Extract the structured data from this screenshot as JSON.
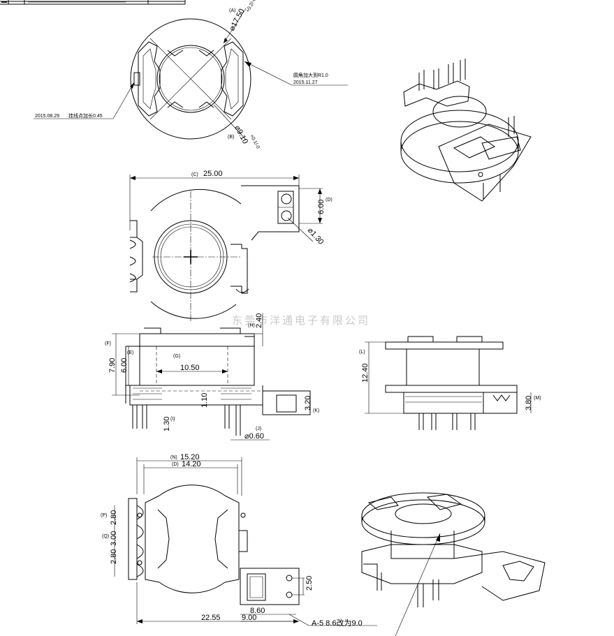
{
  "title_block": {
    "row_text": ""
  },
  "watermark": "东莞市洋通电子有限公司",
  "top_view": {
    "dia_outer": {
      "tag": "(A)",
      "value": "⌀17.50",
      "tol": "+0.2/-0.1"
    },
    "dia_inner": {
      "tag": "(B)",
      "value": "⌀9.10",
      "tol": "+0.1/-0"
    },
    "note_left": {
      "date": "2015.08.29",
      "text": "挂线点加长0.45"
    },
    "note_right": {
      "text": "圆角加大到R1.0",
      "date": "2015.11.27"
    }
  },
  "bottom_view": {
    "width": {
      "tag": "(C)",
      "value": "25.00"
    },
    "height": {
      "tag": "(D)",
      "value": "6.00"
    },
    "pin_dia": {
      "value": "⌀1.30"
    }
  },
  "front_view": {
    "f": {
      "tag": "(F)",
      "value": "7.90"
    },
    "e": {
      "tag": "(E)",
      "value": "6.00"
    },
    "g": {
      "tag": "(G)",
      "value": "10.50"
    },
    "h": {
      "tag": "(H)",
      "value": "2.40"
    },
    "base": {
      "value": "1.10"
    },
    "i": {
      "tag": "(I)",
      "value": "1.30"
    },
    "j": {
      "tag": "(J)",
      "value": "⌀0.60"
    },
    "k": {
      "tag": "(K)",
      "value": "3.20"
    }
  },
  "side_view": {
    "l": {
      "tag": "(L)",
      "value": "12.40"
    },
    "m": {
      "tag": "(M)",
      "value": "3.80"
    }
  },
  "plan_view": {
    "n": {
      "tag": "(N)",
      "value": "15.20"
    },
    "d": {
      "tag": "(D)",
      "value": "14.20"
    },
    "p": {
      "tag": "(P)",
      "value": "2.80"
    },
    "q": {
      "tag": "(Q)",
      "value": "3.00"
    },
    "p2": {
      "value": "2.80"
    },
    "pin_pitch": {
      "value": "2.50"
    },
    "w1": {
      "value": "8.60"
    },
    "w2": {
      "value": "9.00"
    },
    "overall": {
      "value": "22.55"
    },
    "revision": {
      "text": "A-5  8.6改为9.0"
    }
  }
}
